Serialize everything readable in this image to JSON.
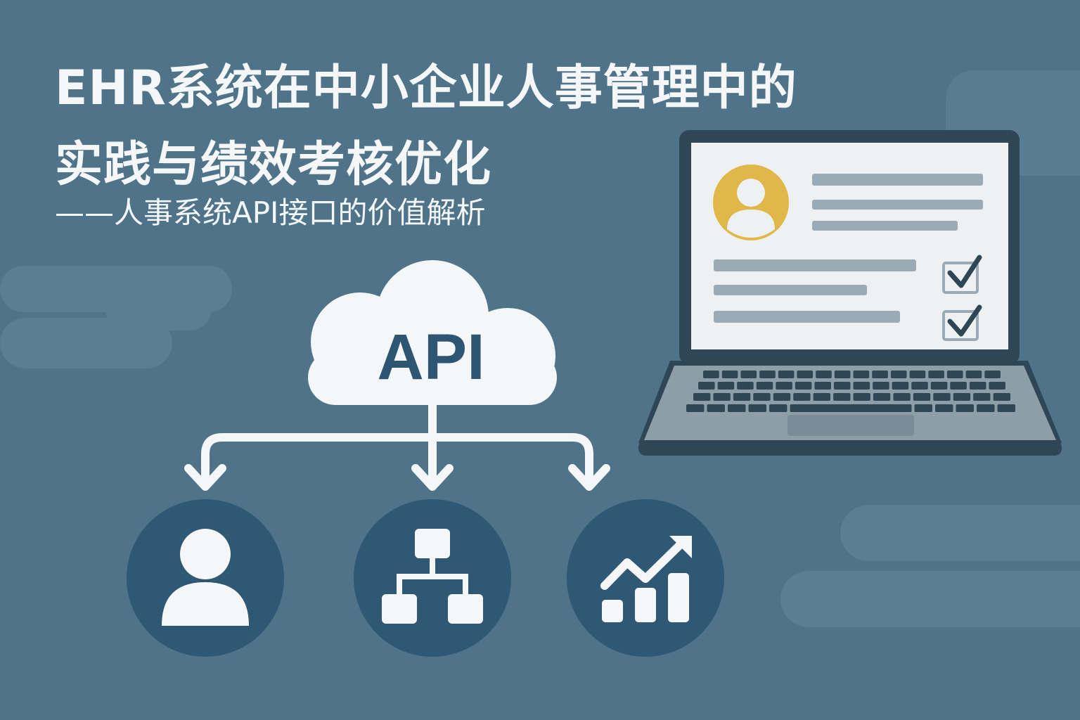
{
  "header": {
    "title_line1": "EHR系统在中小企业人事管理中的",
    "title_line2": "实践与绩效考核优化",
    "subtitle": "——人事系统API接口的价值解析"
  },
  "diagram": {
    "hub_label": "API",
    "hub_icon": "cloud-icon",
    "nodes": [
      {
        "icon": "person-icon"
      },
      {
        "icon": "org-chart-icon"
      },
      {
        "icon": "growth-chart-icon"
      }
    ]
  },
  "laptop": {
    "avatar_icon": "user-avatar-icon",
    "check_icon": "checkbox-checked-icon",
    "checkboxes_checked": 2
  },
  "colors": {
    "background": "#4f7389",
    "text": "#f4f6f7",
    "node_fill": "#2f5874",
    "accent_yellow": "#e0b84a",
    "laptop_frame": "#2e4656",
    "screen": "#eef0f1",
    "placeholder_bar": "#9aabb6"
  }
}
